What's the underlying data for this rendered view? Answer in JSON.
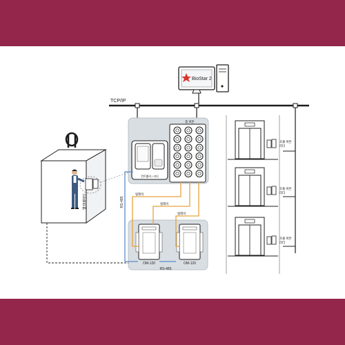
{
  "colors": {
    "band": "#93264a",
    "line": "#1c1c1c",
    "blue": "#5b8cc9",
    "orange": "#e8a23c",
    "panel": "#d9dee3",
    "panel_stroke": "#b9c0c6",
    "door": "#9aa4ad"
  },
  "software": {
    "name": "BioStar 2"
  },
  "network": {
    "label": "TCP/IP"
  },
  "button_panel": {
    "label": "층 버튼"
  },
  "reader": {
    "label": "컨트롤러 / 리더"
  },
  "elevator": {
    "label": "엘리베이터"
  },
  "relay_labels": [
    "릴레이",
    "릴레이",
    "릴레이"
  ],
  "rs485": {
    "vertical": "RS-485",
    "horizontal": "RS-485"
  },
  "modules": [
    {
      "label": "OM-120"
    },
    {
      "label": "OM-120"
    }
  ],
  "floor_readers": [
    {
      "line1": "호출 버튼",
      "line2": "리더"
    },
    {
      "line1": "호출 버튼",
      "line2": "리더"
    },
    {
      "line1": "호출 버튼",
      "line2": "리더"
    }
  ]
}
